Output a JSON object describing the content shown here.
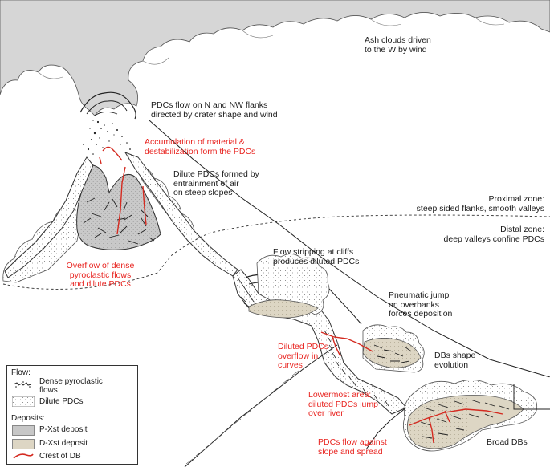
{
  "labels": {
    "ash": "Ash clouds driven\nto the W by wind",
    "pdcs_flow_nw": "PDCs flow on N and NW flanks\ndirected by crater shape and wind",
    "accumulation": "Accumulation of material &\ndestabilization form the PDCs",
    "dilute_formed": "Dilute PDCs formed by\nentrainment of air\non steep slopes",
    "proximal": "Proximal zone:\nsteep sided flanks, smooth valleys",
    "distal": "Distal zone:\ndeep valleys confine PDCs",
    "flow_stripping": "Flow stripping at cliffs\nproduces diluted PDCs",
    "overflow_dense": "Overflow of dense\npyroclastic flows\nand dilute PDCs",
    "pneumatic": "Pneumatic jump\non overbanks\nforces deposition",
    "diluted_overflow": "Diluted PDCs\noverflow in\ncurves",
    "dbs_shape": "DBs shape\nevolution",
    "lowermost": "Lowermost area:\ndiluted PDCs jump\nover river",
    "pdcs_against": "PDCs flow against\nslope and spread",
    "broad_dbs": "Broad DBs"
  },
  "legend": {
    "flow_title": "Flow:",
    "dense": "Dense pyroclastic\nflows",
    "dilute": "Dilute PDCs",
    "deposits_title": "Deposits:",
    "pxst": "P-Xst deposit",
    "dxst": "D-Xst deposit",
    "crest": "Crest of DB"
  },
  "colors": {
    "annotation_red": "#e8231f",
    "crest_red": "#d42a20",
    "pxst_fill": "#c7c7c7",
    "dxst_fill": "#ddd6c4",
    "cloud_fill": "#d6d6d6",
    "ink": "#222222"
  }
}
